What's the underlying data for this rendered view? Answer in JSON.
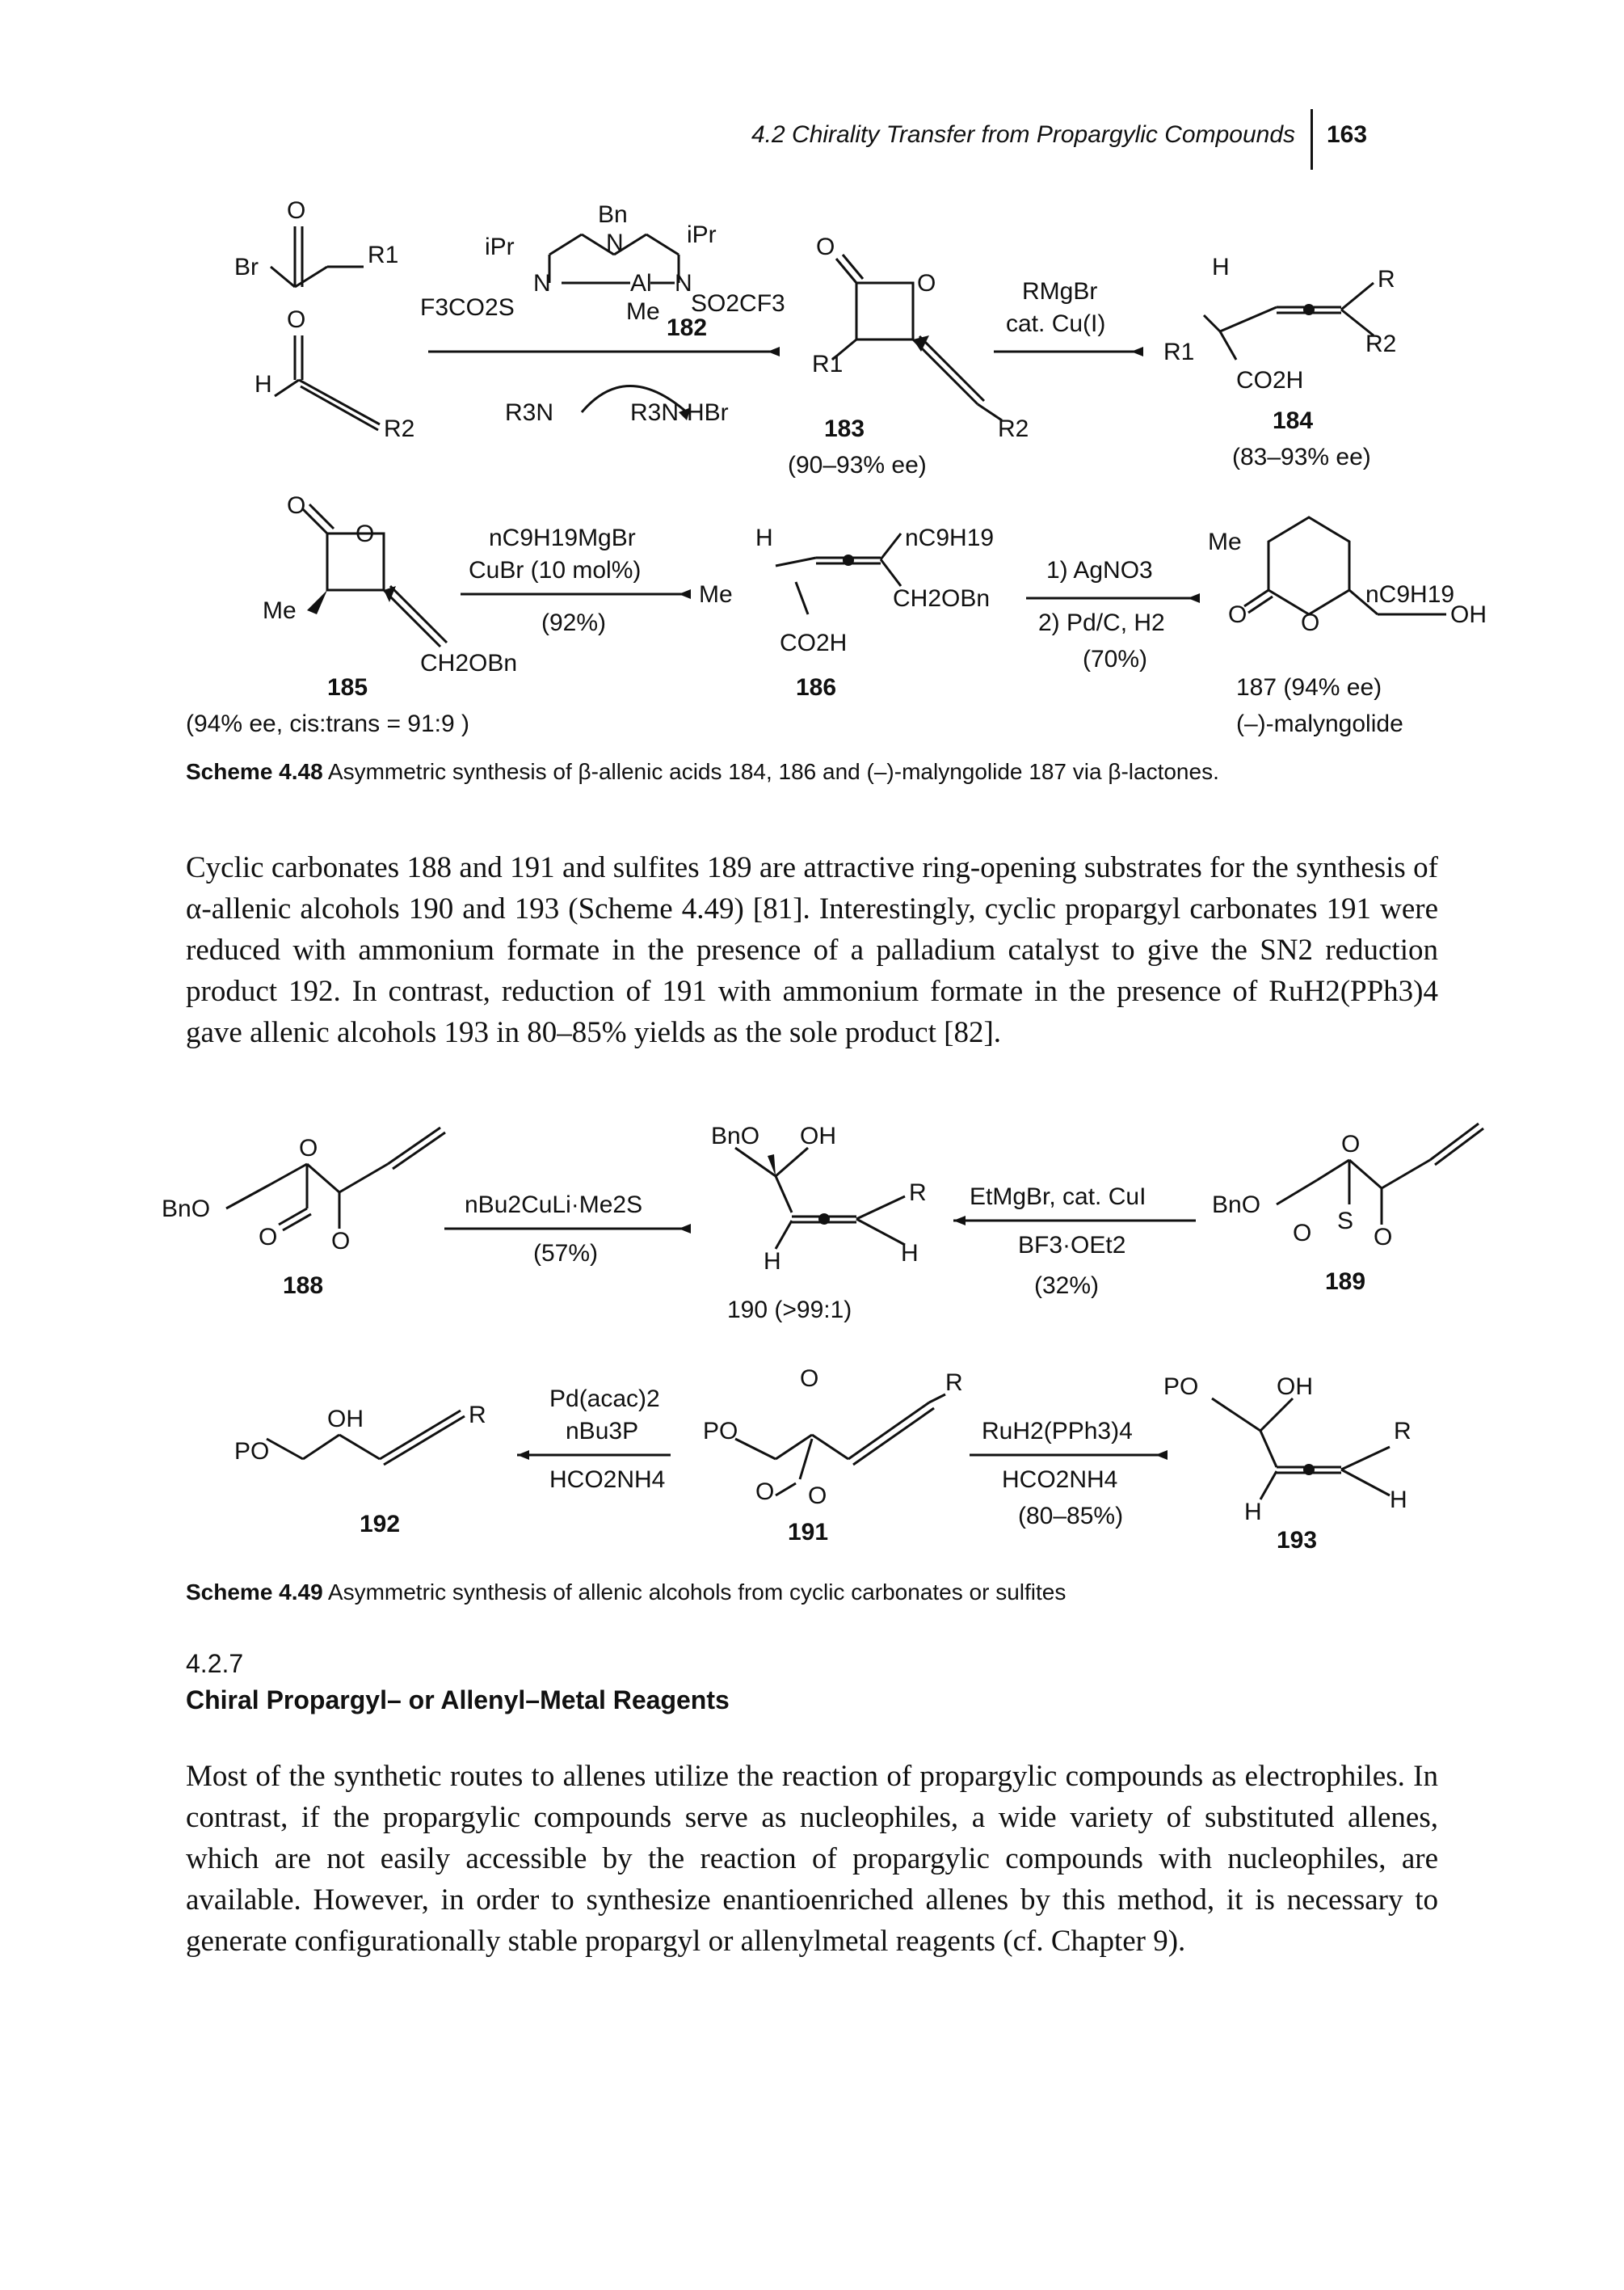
{
  "header": {
    "running_title": "4.2 Chirality Transfer from Propargylic Compounds",
    "page_number": "163"
  },
  "scheme_448": {
    "labels": {
      "bromoacyl": "Br",
      "r1": "R1",
      "o": "O",
      "h": "H",
      "r2": "R2",
      "catalyst_ipr_left": "iPr",
      "catalyst_ipr_right": "iPr",
      "catalyst_bn": "Bn",
      "catalyst_n": "N",
      "catalyst_al": "Al",
      "catalyst_me": "Me",
      "catalyst_so2cf3_left": "F3CO2S",
      "catalyst_so2cf3_right": "SO2CF3",
      "catalyst_num": "182",
      "base": "R3N",
      "base_salt": "R3N·HBr",
      "c183": "183",
      "c183_ee": "(90–93% ee)",
      "reagent1": "RMgBr",
      "reagent1b": "cat. Cu(I)",
      "c184": "184",
      "c184_ee": "(83–93% ee)",
      "co2h": "CO2H",
      "r": "R",
      "me": "Me",
      "c185": "185",
      "c185_ee": "(94% ee, cis:trans = 91:9 )",
      "ch2obn": "CH2OBn",
      "reagent2a": "nC9H19MgBr",
      "reagent2b": "CuBr (10 mol%)",
      "reagent2c": "(92%)",
      "nc9h19": "nC9H19",
      "c186": "186",
      "step1": "1) AgNO3",
      "step2": "2) Pd/C, H2",
      "step3": "(70%)",
      "oh": "OH",
      "c187": "187 (94% ee)",
      "malyngolide": "(–)-malyngolide"
    },
    "caption_label": "Scheme 4.48",
    "caption_text": "Asymmetric synthesis of β-allenic acids 184, 186 and (–)-malyngolide 187 via β-lactones."
  },
  "paragraph_1": "Cyclic carbonates 188 and 191 and sulfites 189 are attractive ring-opening substrates for the synthesis of α-allenic alcohols 190 and 193 (Scheme 4.49) [81]. Interestingly, cyclic propargyl carbonates 191 were reduced with ammonium formate in the presence of a palladium catalyst to give the SN2 reduction product 192. In contrast, reduction of 191 with ammonium formate in the presence of RuH2(PPh3)4 gave allenic alcohols 193 in 80–85% yields as the sole product [82].",
  "scheme_449": {
    "labels": {
      "bno": "BnO",
      "o": "O",
      "s": "S",
      "oh": "OH",
      "r": "R",
      "h": "H",
      "po": "PO",
      "c188": "188",
      "c189": "189",
      "c190": "190 (>99:1)",
      "c191": "191",
      "c192": "192",
      "c193": "193",
      "r1a": "nBu2CuLi·Me2S",
      "r1b": "(57%)",
      "r2a": "EtMgBr, cat. CuI",
      "r2b": "BF3·OEt2",
      "r2c": "(32%)",
      "r3a": "Pd(acac)2",
      "r3b": "nBu3P",
      "r3c": "HCO2NH4",
      "r4a": "RuH2(PPh3)4",
      "r4b": "HCO2NH4",
      "r4c": "(80–85%)"
    },
    "caption_label": "Scheme 4.49",
    "caption_text": "Asymmetric synthesis of allenic alcohols from cyclic carbonates or sulfites"
  },
  "section": {
    "number": "4.2.7",
    "title": "Chiral Propargyl– or Allenyl–Metal Reagents"
  },
  "paragraph_2": "Most of the synthetic routes to allenes utilize the reaction of propargylic compounds as electrophiles. In contrast, if the propargylic compounds serve as nucleophiles, a wide variety of substituted allenes, which are not easily accessible by the reaction of propargylic compounds with nucleophiles, are available. However, in order to synthesize enantioenriched allenes by this method, it is necessary to generate configurationally stable propargyl or allenylmetal reagents (cf. Chapter 9)."
}
